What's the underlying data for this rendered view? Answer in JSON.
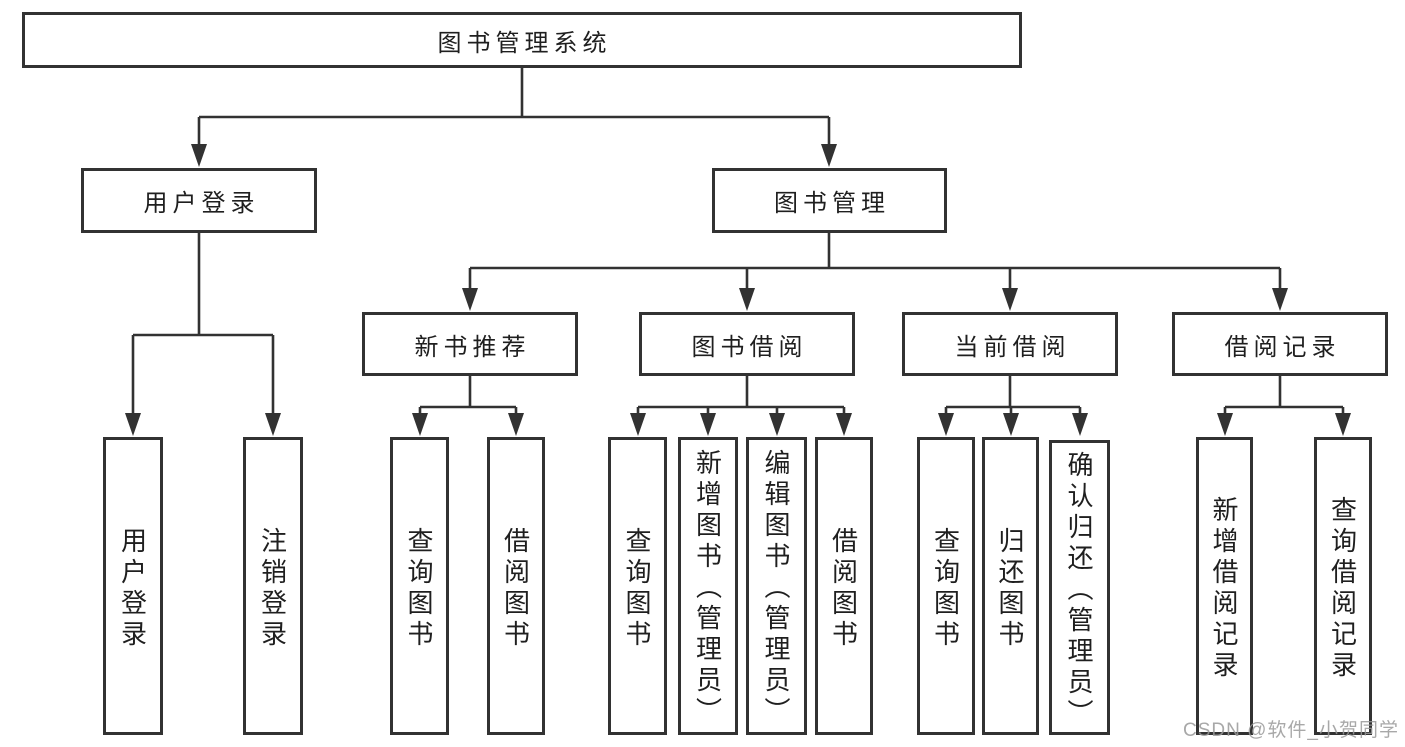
{
  "diagram": {
    "root": {
      "label": "图书管理系统"
    },
    "branches": [
      {
        "label": "用户登录",
        "children": [
          {
            "label": "用户登录"
          },
          {
            "label": "注销登录"
          }
        ]
      },
      {
        "label": "图书管理",
        "groups": [
          {
            "label": "新书推荐",
            "children": [
              {
                "label": "查询图书"
              },
              {
                "label": "借阅图书"
              }
            ]
          },
          {
            "label": "图书借阅",
            "children": [
              {
                "label": "查询图书"
              },
              {
                "label": "新增图书（管理员）"
              },
              {
                "label": "编辑图书（管理员）"
              },
              {
                "label": "借阅图书"
              }
            ]
          },
          {
            "label": "当前借阅",
            "children": [
              {
                "label": "查询图书"
              },
              {
                "label": "归还图书"
              },
              {
                "label": "确认归还（管理员）"
              }
            ]
          },
          {
            "label": "借阅记录",
            "children": [
              {
                "label": "新增借阅记录"
              },
              {
                "label": "查询借阅记录"
              }
            ]
          }
        ]
      }
    ],
    "watermark": "CSDN @软件_小贺同学",
    "colors": {
      "line": "#323232",
      "text": "#1f1f1f",
      "background": "#ffffff",
      "watermark": "#9a9a9a"
    }
  }
}
